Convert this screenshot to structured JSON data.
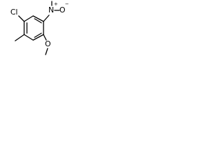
{
  "structure": {
    "atoms": {
      "chlorine": "Cl",
      "nitro_nitrogen": "N",
      "nitro_oxygen": "O",
      "nitro_charge_plus": "+",
      "nitro_charge_minus": "−",
      "methoxy_oxygen": "O"
    },
    "colors": {
      "bond": "#000000",
      "text": "#000000",
      "background": "#ffffff"
    }
  }
}
